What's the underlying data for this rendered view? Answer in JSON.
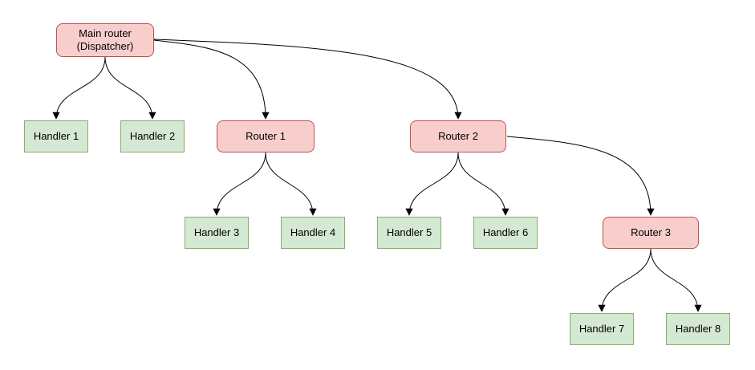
{
  "diagram": {
    "type": "tree",
    "nodes": {
      "main": {
        "label": "Main router (Dispatcher)",
        "kind": "router"
      },
      "handler1": {
        "label": "Handler 1",
        "kind": "handler"
      },
      "handler2": {
        "label": "Handler 2",
        "kind": "handler"
      },
      "router1": {
        "label": "Router 1",
        "kind": "router"
      },
      "router2": {
        "label": "Router 2",
        "kind": "router"
      },
      "handler3": {
        "label": "Handler 3",
        "kind": "handler"
      },
      "handler4": {
        "label": "Handler 4",
        "kind": "handler"
      },
      "handler5": {
        "label": "Handler 5",
        "kind": "handler"
      },
      "handler6": {
        "label": "Handler 6",
        "kind": "handler"
      },
      "router3": {
        "label": "Router 3",
        "kind": "router"
      },
      "handler7": {
        "label": "Handler 7",
        "kind": "handler"
      },
      "handler8": {
        "label": "Handler 8",
        "kind": "handler"
      }
    },
    "edges": [
      {
        "from": "main",
        "to": "handler1"
      },
      {
        "from": "main",
        "to": "handler2"
      },
      {
        "from": "main",
        "to": "router1"
      },
      {
        "from": "main",
        "to": "router2"
      },
      {
        "from": "router1",
        "to": "handler3"
      },
      {
        "from": "router1",
        "to": "handler4"
      },
      {
        "from": "router2",
        "to": "handler5"
      },
      {
        "from": "router2",
        "to": "handler6"
      },
      {
        "from": "router2",
        "to": "router3"
      },
      {
        "from": "router3",
        "to": "handler7"
      },
      {
        "from": "router3",
        "to": "handler8"
      }
    ],
    "colors": {
      "router_fill": "#f8cecc",
      "router_border": "#b85450",
      "handler_fill": "#d5e8d4",
      "handler_border": "#82b366",
      "edge_stroke": "#000000",
      "background": "#ffffff"
    }
  }
}
